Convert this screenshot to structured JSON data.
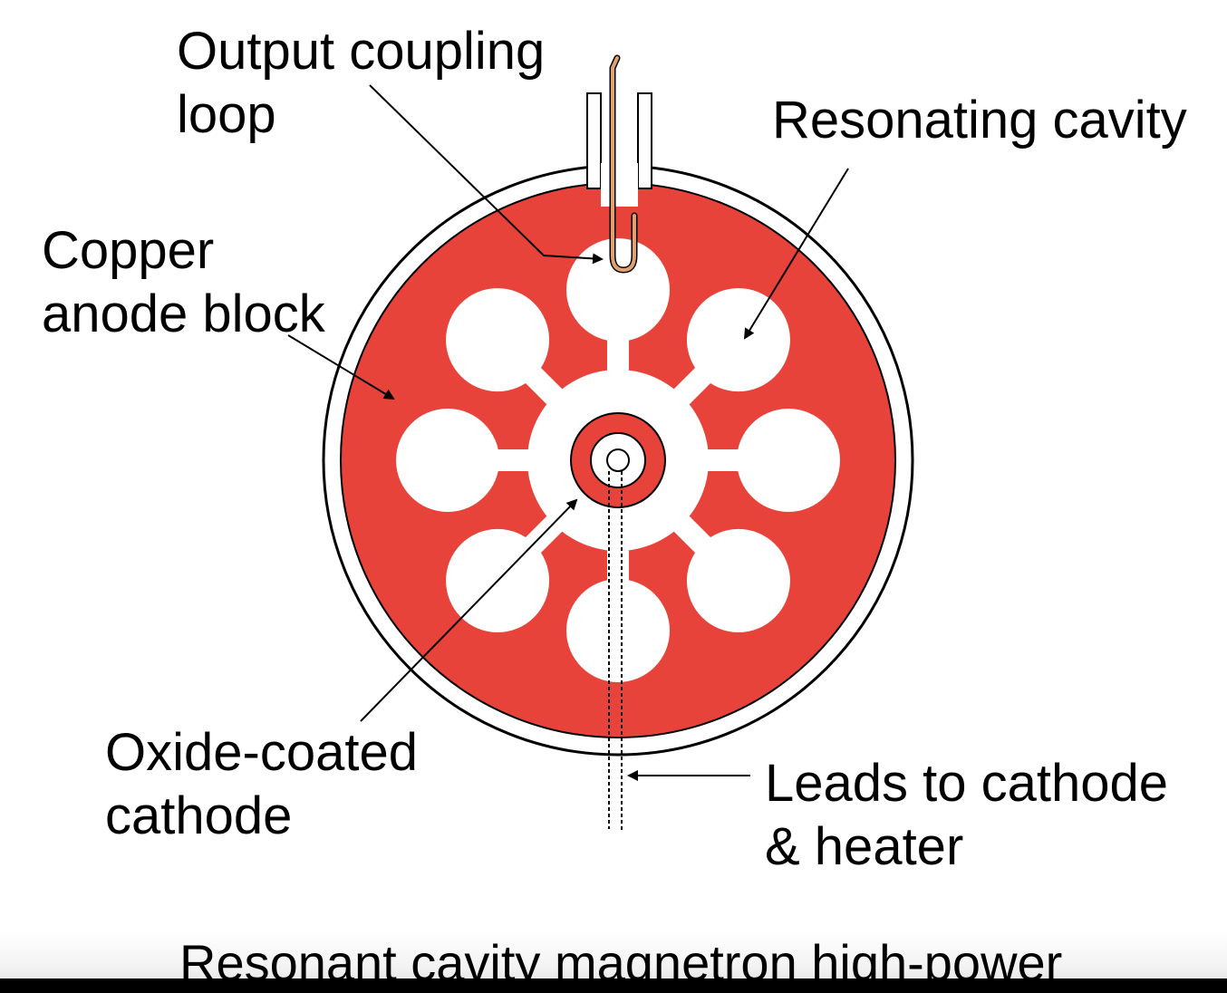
{
  "labels": {
    "output_coupling": [
      "Output coupling",
      "loop"
    ],
    "resonating_cavity": "Resonating cavity",
    "copper_anode": [
      "Copper",
      "anode block"
    ],
    "oxide_cathode": [
      "Oxide-coated",
      "cathode"
    ],
    "leads": [
      "Leads to cathode",
      "& heater"
    ]
  },
  "caption": "Resonant cavity magnetron high-power",
  "colors": {
    "copper": "#e8433a",
    "background": "#ffffff",
    "line": "#000000",
    "coupling_loop": "#e0a070",
    "caption_strip": "#000000"
  }
}
